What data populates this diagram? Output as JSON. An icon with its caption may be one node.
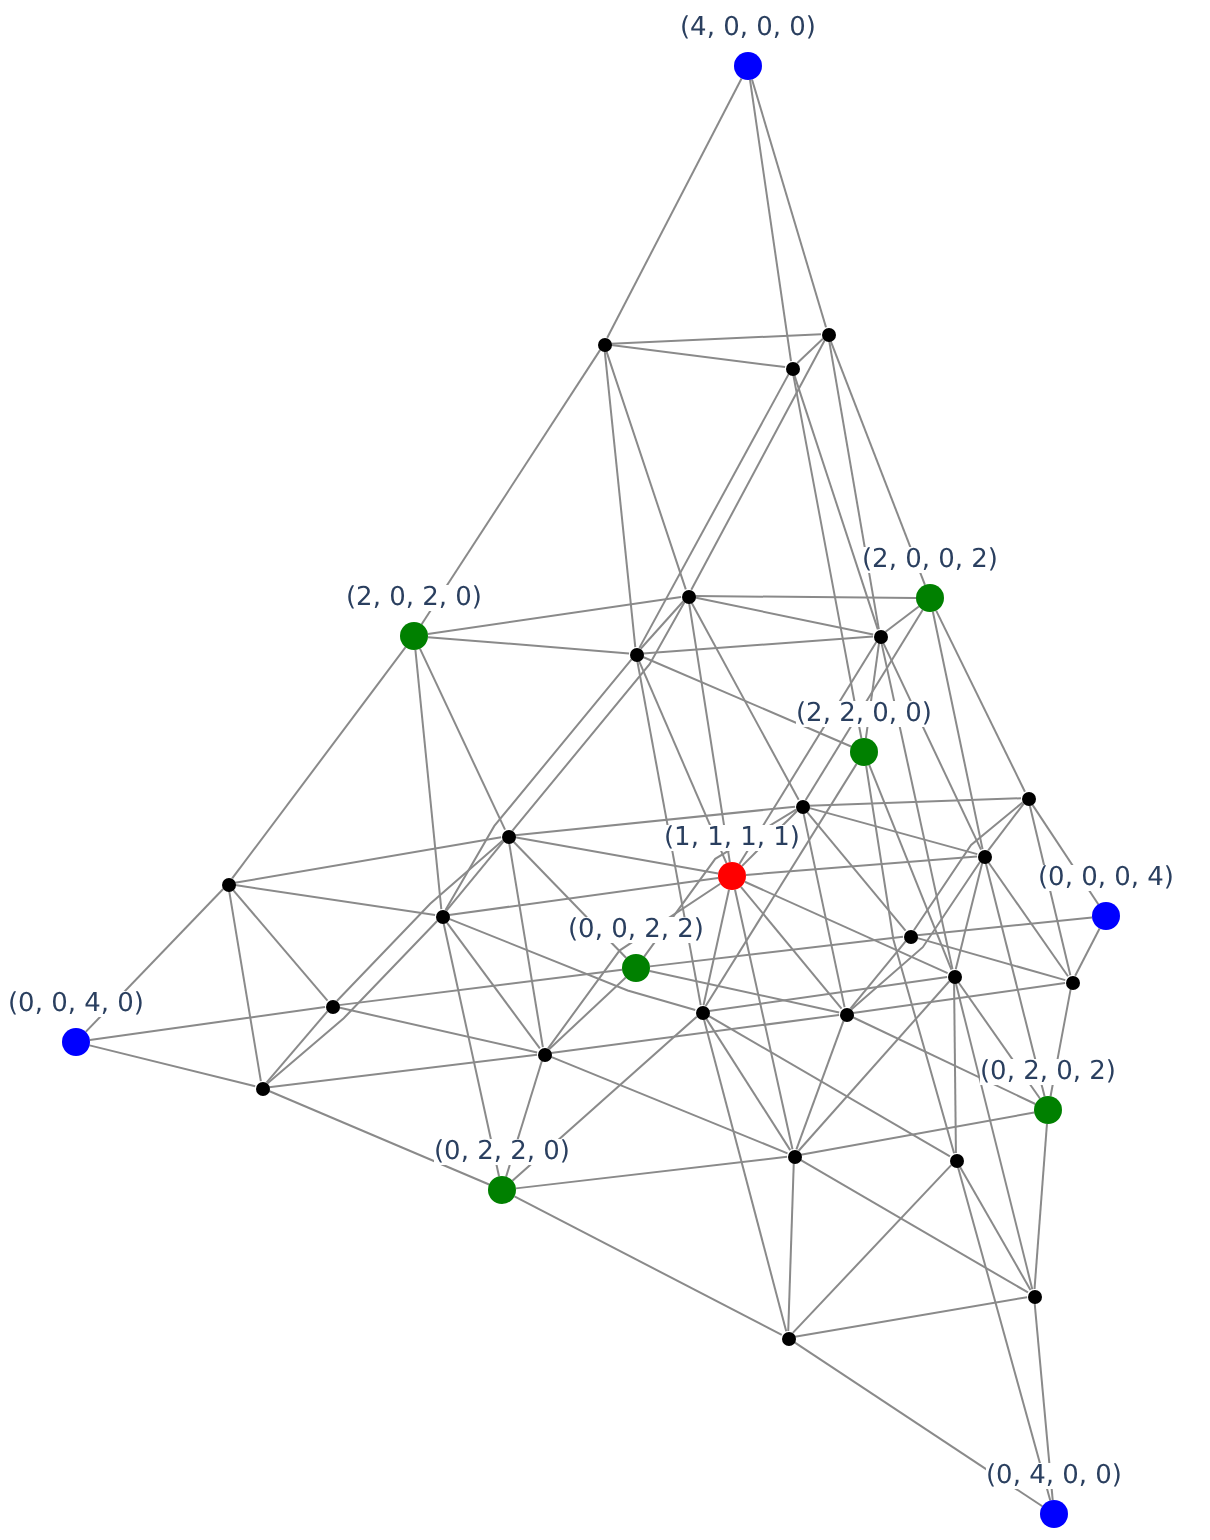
{
  "diagram": {
    "nodes": [
      {
        "text": [],
        "shape": "circle",
        "beside": [
          "(4, 0, 0, 0)"
        ]
      },
      {
        "text": [],
        "shape": "circle"
      },
      {
        "text": [],
        "shape": "circle"
      },
      {
        "text": [],
        "shape": "circle"
      },
      {
        "text": [],
        "shape": "circle"
      },
      {
        "text": [],
        "shape": "circle",
        "beside": [
          "(2, 0, 0, 2)"
        ]
      },
      {
        "text": [],
        "shape": "circle",
        "beside": [
          "(2, 0, 2, 0)"
        ]
      },
      {
        "text": [],
        "shape": "circle"
      },
      {
        "text": [],
        "shape": "circle"
      },
      {
        "text": [],
        "shape": "circle",
        "beside": [
          "(2, 2, 0, 0)"
        ]
      },
      {
        "text": [],
        "shape": "circle"
      },
      {
        "text": [],
        "shape": "circle"
      },
      {
        "text": [],
        "shape": "circle"
      },
      {
        "text": [],
        "shape": "circle"
      },
      {
        "text": [],
        "shape": "circle",
        "beside": [
          "(1, 1, 1, 1)"
        ]
      },
      {
        "text": [],
        "shape": "circle"
      },
      {
        "text": [],
        "shape": "circle",
        "beside": [
          "(0, 0, 0, 4)"
        ]
      },
      {
        "text": [],
        "shape": "circle"
      },
      {
        "text": [],
        "shape": "circle"
      },
      {
        "text": [],
        "shape": "circle",
        "beside": [
          "(0, 0, 2, 2)"
        ]
      },
      {
        "text": [],
        "shape": "circle"
      },
      {
        "text": [],
        "shape": "circle"
      },
      {
        "text": [],
        "shape": "circle"
      },
      {
        "text": [],
        "shape": "circle"
      },
      {
        "text": [],
        "shape": "circle"
      },
      {
        "text": [],
        "shape": "circle",
        "beside": [
          "(0, 0, 4, 0)"
        ]
      },
      {
        "text": [],
        "shape": "circle"
      },
      {
        "text": [],
        "shape": "circle"
      },
      {
        "text": [],
        "shape": "circle",
        "beside": [
          "(0, 2, 0, 2)"
        ]
      },
      {
        "text": [],
        "shape": "circle"
      },
      {
        "text": [],
        "shape": "circle"
      },
      {
        "text": [],
        "shape": "circle",
        "beside": [
          "(0, 2, 2, 0)"
        ]
      },
      {
        "text": [],
        "shape": "circle"
      },
      {
        "text": [],
        "shape": "circle"
      },
      {
        "text": [],
        "shape": "circle",
        "beside": [
          "(0, 4, 0, 0)"
        ]
      }
    ],
    "edges": [
      {
        "from": 0,
        "to": 1,
        "arrow": "none"
      },
      {
        "from": 0,
        "to": 2,
        "arrow": "none"
      },
      {
        "from": 0,
        "to": 3,
        "arrow": "none"
      },
      {
        "from": 1,
        "to": 2,
        "arrow": "none"
      },
      {
        "from": 1,
        "to": 3,
        "arrow": "none"
      },
      {
        "from": 1,
        "to": 4,
        "arrow": "none"
      },
      {
        "from": 1,
        "to": 5,
        "arrow": "none"
      },
      {
        "from": 1,
        "to": 7,
        "arrow": "none"
      },
      {
        "from": 2,
        "to": 3,
        "arrow": "none"
      },
      {
        "from": 2,
        "to": 4,
        "arrow": "none"
      },
      {
        "from": 2,
        "to": 6,
        "arrow": "none"
      },
      {
        "from": 2,
        "to": 8,
        "arrow": "none"
      },
      {
        "from": 3,
        "to": 7,
        "arrow": "none"
      },
      {
        "from": 3,
        "to": 8,
        "arrow": "none"
      },
      {
        "from": 3,
        "to": 9,
        "arrow": "none"
      },
      {
        "from": 4,
        "to": 5,
        "arrow": "none"
      },
      {
        "from": 4,
        "to": 6,
        "arrow": "none"
      },
      {
        "from": 4,
        "to": 7,
        "arrow": "none"
      },
      {
        "from": 4,
        "to": 8,
        "arrow": "none"
      },
      {
        "from": 4,
        "to": 11,
        "arrow": "none"
      },
      {
        "from": 4,
        "to": 12,
        "arrow": "none"
      },
      {
        "from": 4,
        "to": 14,
        "arrow": "none"
      },
      {
        "from": 5,
        "to": 7,
        "arrow": "none"
      },
      {
        "from": 5,
        "to": 10,
        "arrow": "none"
      },
      {
        "from": 5,
        "to": 11,
        "arrow": "none"
      },
      {
        "from": 5,
        "to": 13,
        "arrow": "none"
      },
      {
        "from": 6,
        "to": 8,
        "arrow": "none"
      },
      {
        "from": 6,
        "to": 12,
        "arrow": "none"
      },
      {
        "from": 6,
        "to": 15,
        "arrow": "none"
      },
      {
        "from": 6,
        "to": 17,
        "arrow": "none"
      },
      {
        "from": 7,
        "to": 8,
        "arrow": "none"
      },
      {
        "from": 7,
        "to": 9,
        "arrow": "none"
      },
      {
        "from": 7,
        "to": 13,
        "arrow": "none"
      },
      {
        "from": 7,
        "to": 14,
        "arrow": "none"
      },
      {
        "from": 7,
        "to": 20,
        "arrow": "none"
      },
      {
        "from": 8,
        "to": 9,
        "arrow": "none"
      },
      {
        "from": 8,
        "to": 14,
        "arrow": "none"
      },
      {
        "from": 8,
        "to": 17,
        "arrow": "none"
      },
      {
        "from": 8,
        "to": 23,
        "arrow": "none"
      },
      {
        "from": 9,
        "to": 20,
        "arrow": "none"
      },
      {
        "from": 9,
        "to": 23,
        "arrow": "none"
      },
      {
        "from": 9,
        "to": 30,
        "arrow": "none"
      },
      {
        "from": 10,
        "to": 11,
        "arrow": "none"
      },
      {
        "from": 10,
        "to": 13,
        "arrow": "none"
      },
      {
        "from": 10,
        "to": 16,
        "arrow": "none"
      },
      {
        "from": 10,
        "to": 18,
        "arrow": "none"
      },
      {
        "from": 10,
        "to": 21,
        "arrow": "none"
      },
      {
        "from": 11,
        "to": 12,
        "arrow": "none"
      },
      {
        "from": 11,
        "to": 13,
        "arrow": "none"
      },
      {
        "from": 11,
        "to": 14,
        "arrow": "none"
      },
      {
        "from": 11,
        "to": 18,
        "arrow": "none"
      },
      {
        "from": 11,
        "to": 19,
        "arrow": "none"
      },
      {
        "from": 11,
        "to": 24,
        "arrow": "none"
      },
      {
        "from": 12,
        "to": 14,
        "arrow": "none"
      },
      {
        "from": 12,
        "to": 15,
        "arrow": "none"
      },
      {
        "from": 12,
        "to": 17,
        "arrow": "none"
      },
      {
        "from": 12,
        "to": 19,
        "arrow": "none"
      },
      {
        "from": 12,
        "to": 22,
        "arrow": "none"
      },
      {
        "from": 12,
        "to": 26,
        "arrow": "none"
      },
      {
        "from": 13,
        "to": 14,
        "arrow": "none"
      },
      {
        "from": 13,
        "to": 20,
        "arrow": "none"
      },
      {
        "from": 13,
        "to": 21,
        "arrow": "none"
      },
      {
        "from": 13,
        "to": 24,
        "arrow": "none"
      },
      {
        "from": 13,
        "to": 28,
        "arrow": "none"
      },
      {
        "from": 14,
        "to": 17,
        "arrow": "none"
      },
      {
        "from": 14,
        "to": 20,
        "arrow": "none"
      },
      {
        "from": 14,
        "to": 23,
        "arrow": "none"
      },
      {
        "from": 14,
        "to": 24,
        "arrow": "none"
      },
      {
        "from": 14,
        "to": 26,
        "arrow": "none"
      },
      {
        "from": 14,
        "to": 29,
        "arrow": "none"
      },
      {
        "from": 15,
        "to": 17,
        "arrow": "none"
      },
      {
        "from": 15,
        "to": 22,
        "arrow": "none"
      },
      {
        "from": 15,
        "to": 25,
        "arrow": "none"
      },
      {
        "from": 15,
        "to": 27,
        "arrow": "none"
      },
      {
        "from": 16,
        "to": 18,
        "arrow": "none"
      },
      {
        "from": 16,
        "to": 21,
        "arrow": "none"
      },
      {
        "from": 17,
        "to": 23,
        "arrow": "none"
      },
      {
        "from": 17,
        "to": 26,
        "arrow": "none"
      },
      {
        "from": 17,
        "to": 27,
        "arrow": "none"
      },
      {
        "from": 17,
        "to": 31,
        "arrow": "none"
      },
      {
        "from": 18,
        "to": 19,
        "arrow": "none"
      },
      {
        "from": 18,
        "to": 21,
        "arrow": "none"
      },
      {
        "from": 18,
        "to": 24,
        "arrow": "none"
      },
      {
        "from": 19,
        "to": 22,
        "arrow": "none"
      },
      {
        "from": 19,
        "to": 24,
        "arrow": "none"
      },
      {
        "from": 19,
        "to": 26,
        "arrow": "none"
      },
      {
        "from": 20,
        "to": 23,
        "arrow": "none"
      },
      {
        "from": 20,
        "to": 28,
        "arrow": "none"
      },
      {
        "from": 20,
        "to": 29,
        "arrow": "none"
      },
      {
        "from": 20,
        "to": 30,
        "arrow": "none"
      },
      {
        "from": 20,
        "to": 32,
        "arrow": "none"
      },
      {
        "from": 21,
        "to": 24,
        "arrow": "none"
      },
      {
        "from": 21,
        "to": 28,
        "arrow": "none"
      },
      {
        "from": 22,
        "to": 25,
        "arrow": "none"
      },
      {
        "from": 22,
        "to": 26,
        "arrow": "none"
      },
      {
        "from": 22,
        "to": 27,
        "arrow": "none"
      },
      {
        "from": 23,
        "to": 29,
        "arrow": "none"
      },
      {
        "from": 23,
        "to": 30,
        "arrow": "none"
      },
      {
        "from": 23,
        "to": 31,
        "arrow": "none"
      },
      {
        "from": 23,
        "to": 33,
        "arrow": "none"
      },
      {
        "from": 24,
        "to": 26,
        "arrow": "none"
      },
      {
        "from": 24,
        "to": 28,
        "arrow": "none"
      },
      {
        "from": 24,
        "to": 29,
        "arrow": "none"
      },
      {
        "from": 25,
        "to": 27,
        "arrow": "none"
      },
      {
        "from": 26,
        "to": 27,
        "arrow": "none"
      },
      {
        "from": 26,
        "to": 29,
        "arrow": "none"
      },
      {
        "from": 26,
        "to": 31,
        "arrow": "none"
      },
      {
        "from": 27,
        "to": 31,
        "arrow": "none"
      },
      {
        "from": 28,
        "to": 29,
        "arrow": "none"
      },
      {
        "from": 28,
        "to": 32,
        "arrow": "none"
      },
      {
        "from": 29,
        "to": 31,
        "arrow": "none"
      },
      {
        "from": 29,
        "to": 32,
        "arrow": "none"
      },
      {
        "from": 29,
        "to": 33,
        "arrow": "none"
      },
      {
        "from": 30,
        "to": 32,
        "arrow": "none"
      },
      {
        "from": 30,
        "to": 33,
        "arrow": "none"
      },
      {
        "from": 30,
        "to": 34,
        "arrow": "none"
      },
      {
        "from": 31,
        "to": 33,
        "arrow": "none"
      },
      {
        "from": 32,
        "to": 33,
        "arrow": "none"
      },
      {
        "from": 32,
        "to": 34,
        "arrow": "none"
      },
      {
        "from": 33,
        "to": 34,
        "arrow": "none"
      }
    ]
  }
}
